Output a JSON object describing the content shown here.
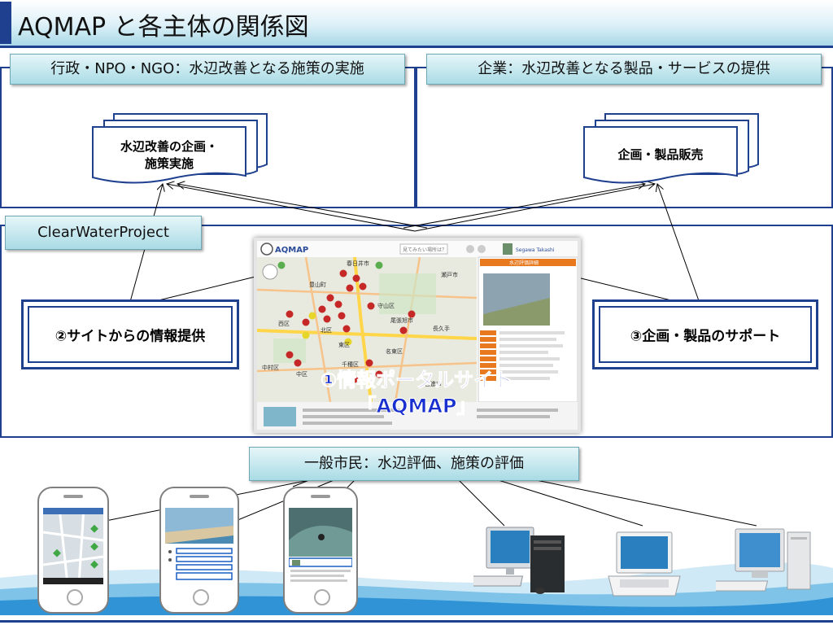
{
  "title": "AQMAP と各主体の関係図",
  "government": {
    "header": "行政・NPO・NGO：水辺改善となる施策の実施",
    "doc_line1": "水辺改善の企画・",
    "doc_line2": "施策実施"
  },
  "business": {
    "header": "企業：水辺改善となる製品・サービスの提供",
    "doc_label": "企画・製品販売"
  },
  "project": {
    "header": "ClearWaterProject",
    "left_box": "②サイトからの情報提供",
    "right_box": "③企画・製品のサポート",
    "portal_line1": "①情報ポータルサイト",
    "portal_line2": "「AQMAP」"
  },
  "citizens": {
    "header": "一般市民：水辺評価、施策の評価"
  },
  "screenshot": {
    "logo": "AQMAP",
    "search_placeholder": "見てみたい場所は？",
    "user_name": "Segawa Takashi",
    "detail_title": "水辺評価詳細",
    "map_labels": [
      "春日井市",
      "豊山町",
      "守山区",
      "瀬戸市",
      "西区",
      "北区",
      "尾張旭市",
      "東区",
      "長久手",
      "中村区",
      "中区",
      "千種区",
      "名東区",
      "日進市"
    ]
  },
  "colors": {
    "navy": "#1f3f8f",
    "tab_light": "#e6f6f9",
    "tab_dark": "#a9dbe5",
    "portal_text": "#1a2fd0",
    "wave": "#2f93d6"
  }
}
